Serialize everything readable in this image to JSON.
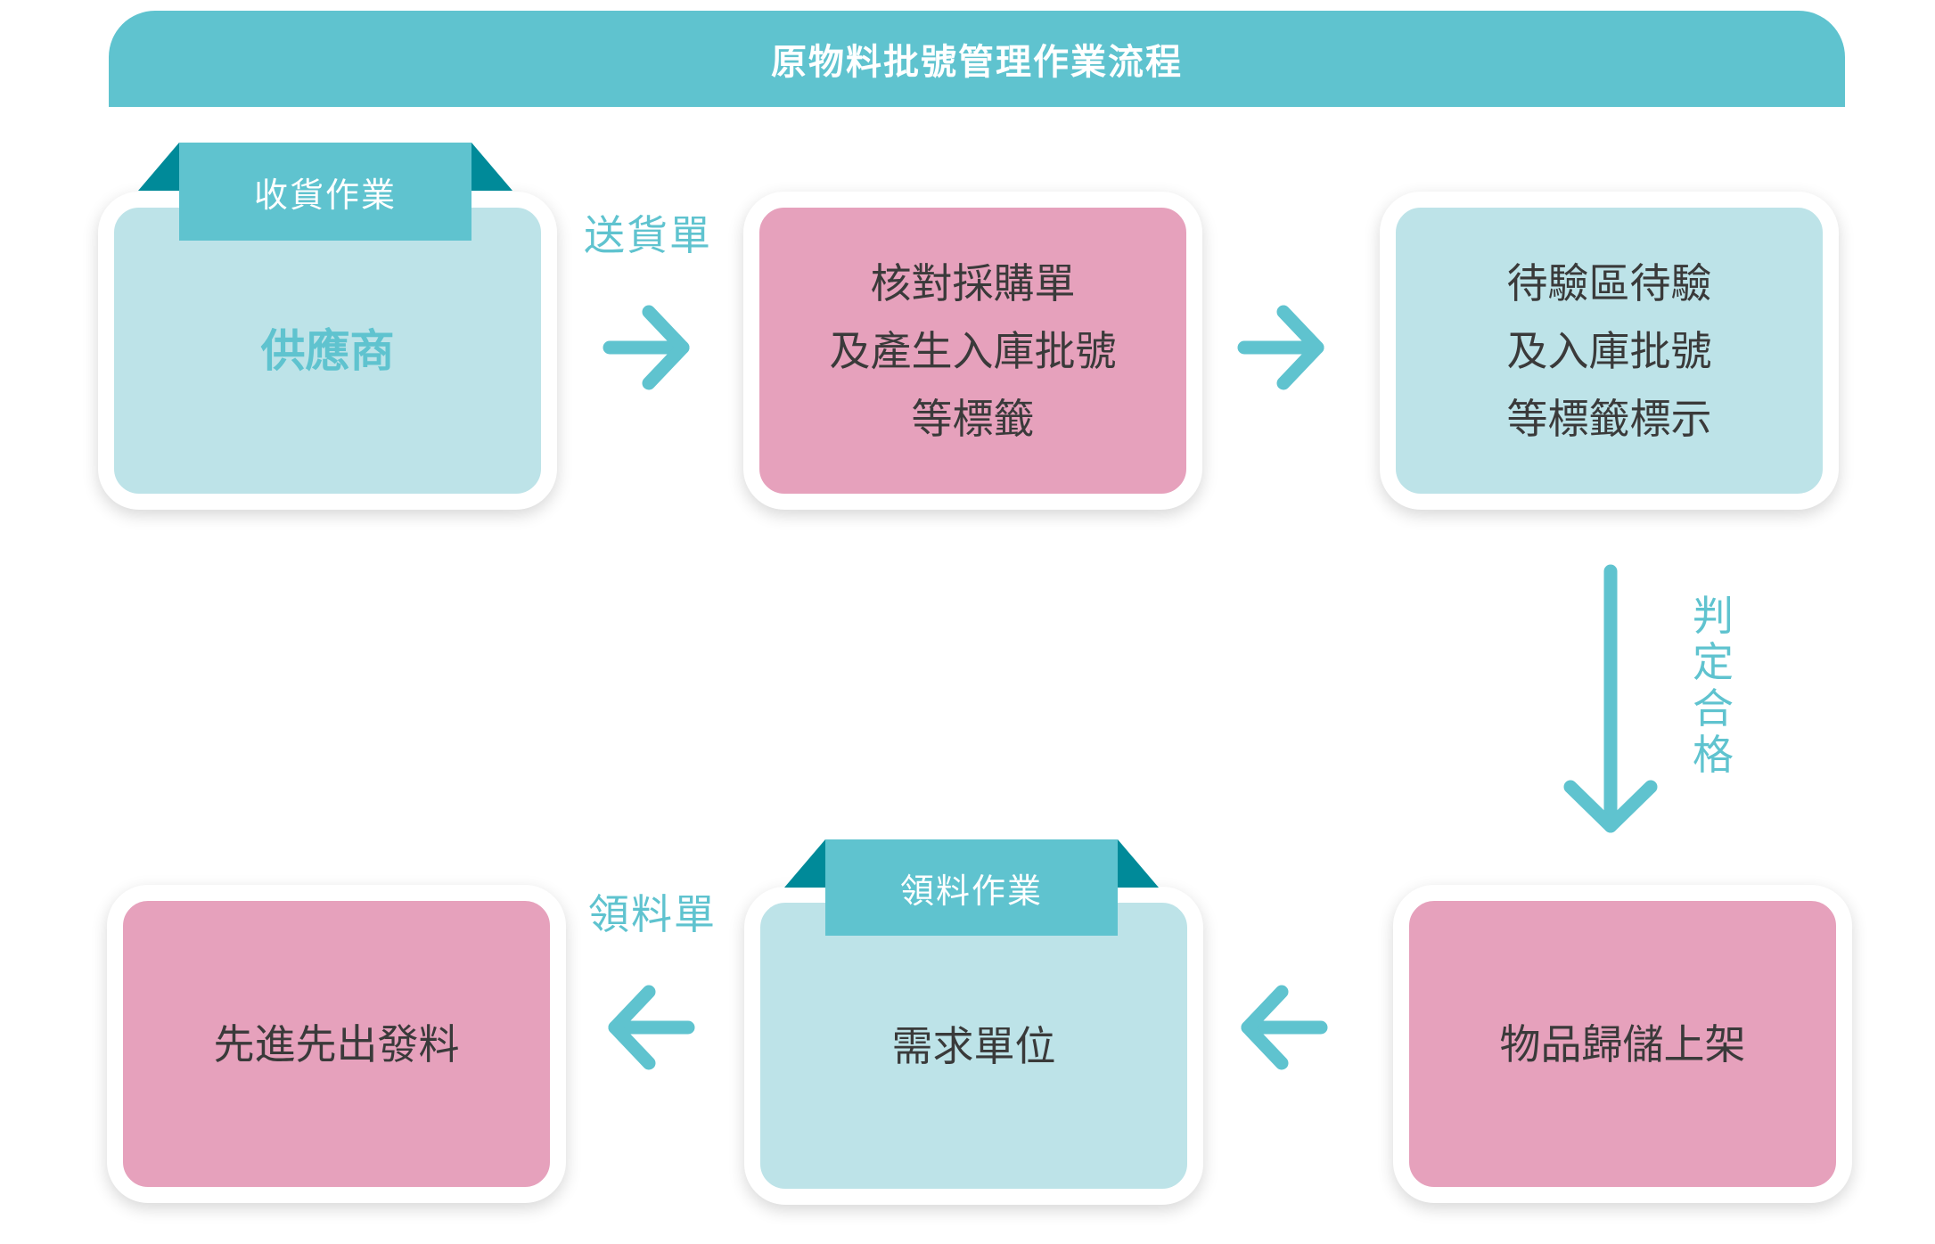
{
  "title": "原物料批號管理作業流程",
  "colors": {
    "accent": "#5fc3cf",
    "tab_shadow": "#008a99",
    "teal_box": "#bde3e8",
    "pink_box": "#e6a1bc"
  },
  "nodes": {
    "supplier": {
      "tab": "收貨作業",
      "lines": [
        "供應商"
      ]
    },
    "verify_po": {
      "lines": [
        "核對採購單",
        "及產生入庫批號",
        "等標籤"
      ]
    },
    "inspection": {
      "lines": [
        "待驗區待驗",
        "及入庫批號",
        "等標籤標示"
      ]
    },
    "storage": {
      "lines": [
        "物品歸儲上架"
      ]
    },
    "demand_unit": {
      "tab": "領料作業",
      "lines": [
        "需求單位"
      ]
    },
    "fifo_issue": {
      "lines": [
        "先進先出發料"
      ]
    }
  },
  "edges": {
    "delivery_note": "送貨單",
    "inspection_pass": [
      "判",
      "定",
      "合",
      "格"
    ],
    "requisition_note": "領料單"
  }
}
